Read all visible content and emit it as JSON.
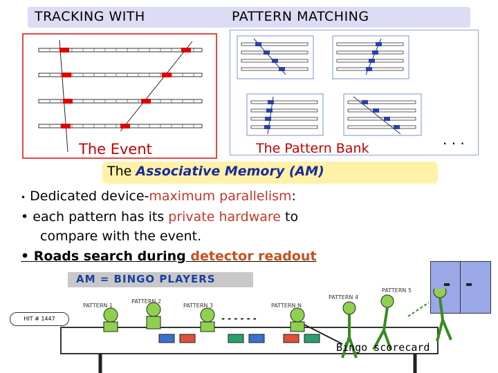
{
  "header": {
    "title_left": "TRACKING WITH",
    "title_right": "PATTERN MATCHING"
  },
  "event_panel": {
    "label": "The Event"
  },
  "bank_panel": {
    "label": "The Pattern Bank",
    "ellipsis": ". . ."
  },
  "am_heading": {
    "prefix": "The ",
    "term": "Associative Memory (AM)"
  },
  "bullets": {
    "b1_a": "Dedicated device-",
    "b1_b": "maximum parallelism",
    "b1_c": ":",
    "b2_a": "each pattern has its ",
    "b2_b": "private hardware",
    "b2_c": " to",
    "b2_cont": "compare with the event.",
    "b3_a": "Roads search during ",
    "b3_b": "detector readout"
  },
  "cartoon": {
    "banner": "AM = BINGO PLAYERS",
    "hit_label": "HIT # 1447",
    "pattern_labels": [
      "PATTERN 1",
      "PATTERN 2",
      "PATTERN 3",
      "PATTERN N",
      "PATTERN 4",
      "PATTERN 5"
    ],
    "dots": "- - - - - -",
    "scorecard_label": "Bingo scorecard"
  },
  "colors": {
    "hit_red": "#e00000",
    "hit_blue": "#2a3fb0",
    "event_border": "#e04848",
    "title_bg": "#dcdcf4",
    "am_bg": "#fff2a8"
  }
}
